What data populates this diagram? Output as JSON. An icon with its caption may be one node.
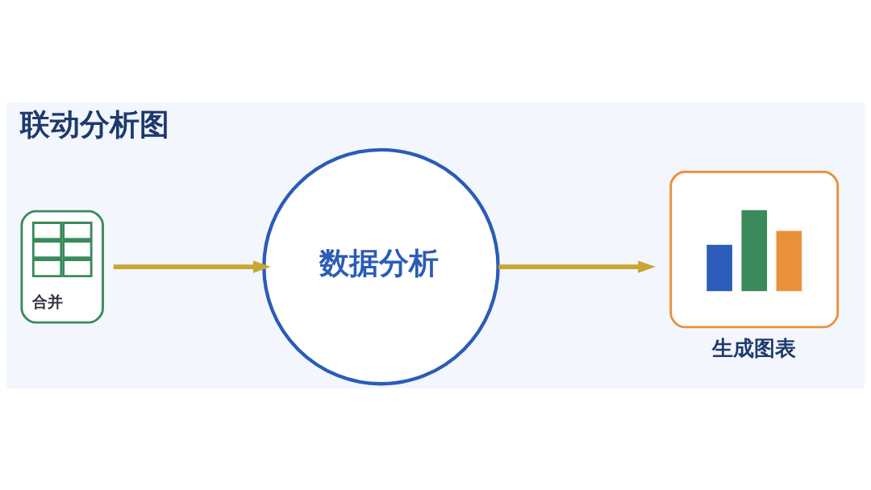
{
  "diagram": {
    "title": "联动分析图",
    "nodes": [
      {
        "text": [
          "合并"
        ]
      },
      {
        "text": [
          "数据分析"
        ]
      },
      {
        "text": [
          "生成图表"
        ]
      }
    ],
    "edges": [
      {
        "from": 0,
        "to": 1,
        "arrow": "to"
      },
      {
        "from": 1,
        "to": 2,
        "arrow": "to"
      }
    ]
  }
}
